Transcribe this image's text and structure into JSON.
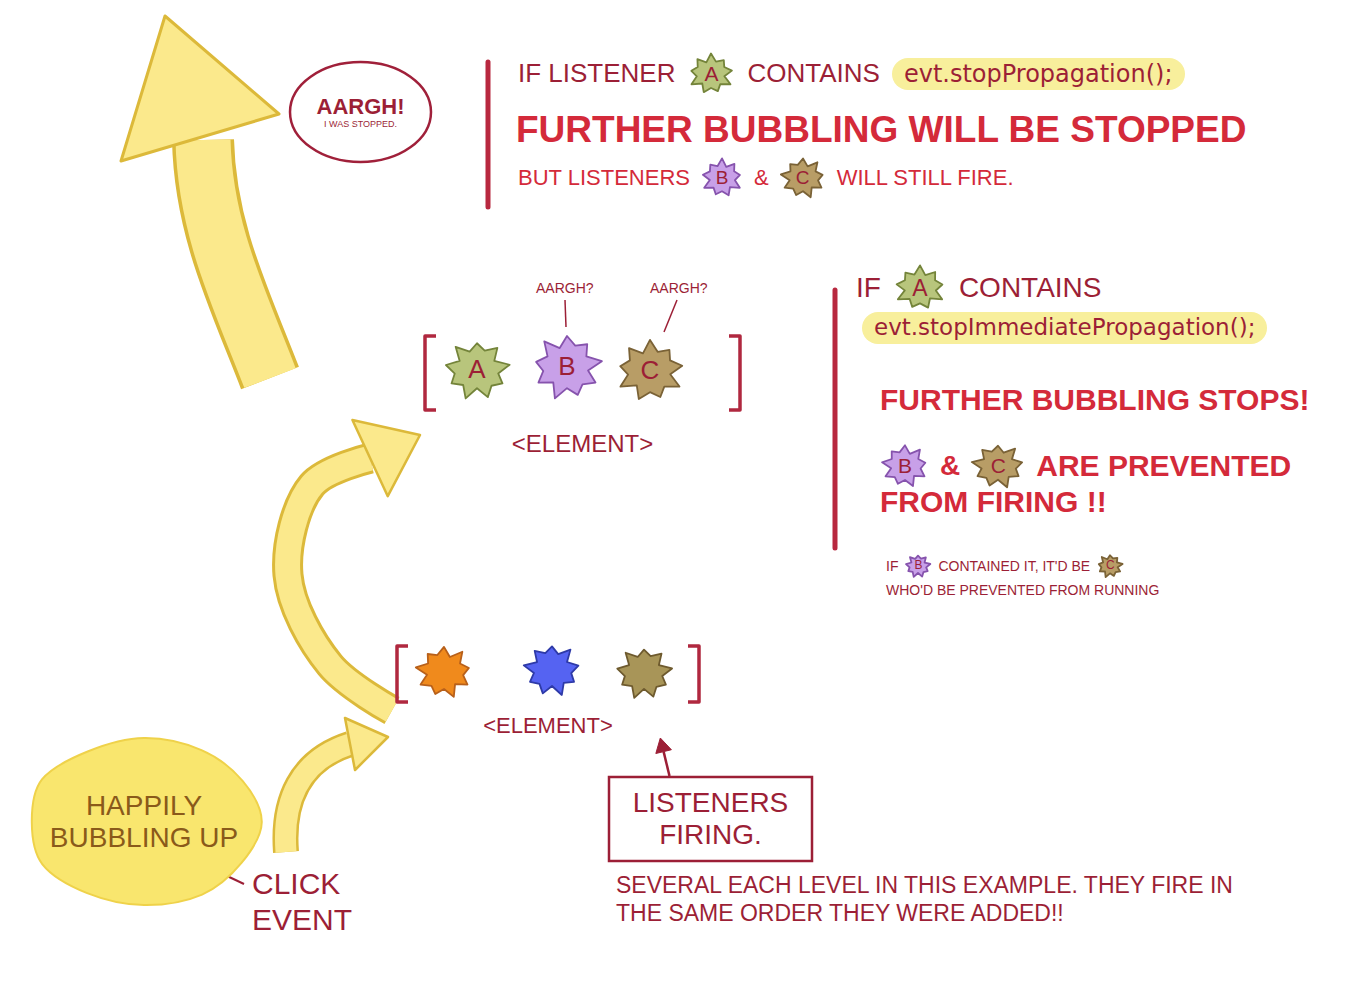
{
  "diagram": {
    "nodes": [
      {
        "text": [
          "AARGH!",
          "I WAS STOPPED."
        ]
      },
      {
        "text": [
          "A"
        ]
      },
      {
        "text": [
          "B"
        ]
      },
      {
        "text": [
          "C"
        ]
      },
      {
        "text": [
          "<ELEMENT>"
        ]
      },
      {
        "text": [
          "A"
        ],
        "in": 4
      },
      {
        "text": [
          "B"
        ],
        "in": 4
      },
      {
        "text": [
          "C"
        ],
        "in": 4
      },
      {
        "text": [
          "A"
        ]
      },
      {
        "text": [
          "B"
        ]
      },
      {
        "text": [
          "C"
        ]
      },
      {
        "text": [
          "B"
        ]
      },
      {
        "text": [
          "C"
        ]
      },
      {
        "text": [
          "<ELEMENT>"
        ]
      },
      {
        "text": [
          "LISTENERS FIRING."
        ]
      },
      {
        "text": [
          "HAPPILY BUBBLING UP"
        ]
      }
    ],
    "edges": [
      {
        "from": 13,
        "to": 4,
        "arrow": "to"
      },
      {
        "from": 14,
        "to": 13,
        "arrow": "to"
      }
    ],
    "labels": [
      "IF LISTENER",
      "CONTAINS",
      "evt.stopPropagation();",
      "FURTHER BUBBLING WILL BE STOPPED",
      "BUT LISTENERS",
      "&",
      "WILL STILL FIRE.",
      "AARGH?",
      "AARGH?",
      "IF",
      "CONTAINS",
      "evt.stopImmediatePropagation();",
      "FURTHER BUBBLING STOPS!",
      "&",
      "ARE PREVENTED FROM FIRING !!",
      "IF",
      "CONTAINED IT, IT'D BE",
      "WHO'D BE PREVENTED FROM RUNNING",
      "SEVERAL EACH LEVEL IN THIS EXAMPLE. THEY FIRE IN THE SAME ORDER THEY WERE ADDED!!",
      "CLICK EVENT"
    ]
  }
}
